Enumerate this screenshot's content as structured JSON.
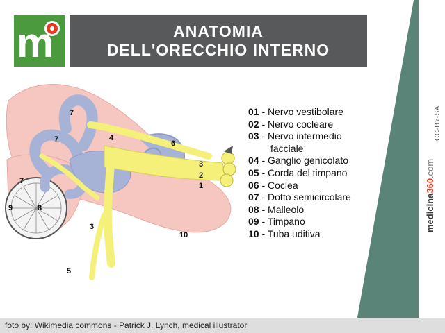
{
  "header": {
    "title_line1": "ANATOMIA",
    "title_line2": "DELL'ORECCHIO INTERNO"
  },
  "logo": {
    "letter": "m"
  },
  "legend": [
    {
      "num": "01",
      "sep": " - ",
      "text": "Nervo vestibolare"
    },
    {
      "num": "02",
      "sep": " - ",
      "text": "Nervo cocleare"
    },
    {
      "num": "03",
      "sep": " - ",
      "text": "Nervo intermedio",
      "cont": "facciale"
    },
    {
      "num": "04",
      "sep": " - ",
      "text": "Ganglio genicolato"
    },
    {
      "num": "05",
      "sep": " - ",
      "text": "Corda del timpano"
    },
    {
      "num": "06",
      "sep": " - ",
      "text": "Coclea"
    },
    {
      "num": "07",
      "sep": " - ",
      "text": "Dotto semicircolare"
    },
    {
      "num": "08",
      "sep": " - ",
      "text": "Malleolo"
    },
    {
      "num": "09",
      "sep": " - ",
      "text": "Timpano"
    },
    {
      "num": "10",
      "sep": " - ",
      "text": "Tuba uditiva"
    }
  ],
  "diagram_labels": {
    "n1": "1",
    "n2": "2",
    "n3a": "3",
    "n3b": "3",
    "n4": "4",
    "n5": "5",
    "n6": "6",
    "n7a": "7",
    "n7b": "7",
    "n7c": "7",
    "n8": "8",
    "n9": "9",
    "n10": "10"
  },
  "brand": {
    "part1": "medicina",
    "part2": "360",
    "part3": ".com"
  },
  "license": "CC-BY-SA",
  "footer": "foto by:  Wikimedia commons - Patrick J. Lynch, medical illustrator",
  "colors": {
    "accent_green": "#4c9a3e",
    "accent_red": "#e23a22",
    "title_bg": "#58595b",
    "side_band": "#5a8477",
    "nerve_yellow": "#f5f07a",
    "labyrinth_blue": "#a7b3d6",
    "tissue_pink": "#f6c6c0"
  }
}
